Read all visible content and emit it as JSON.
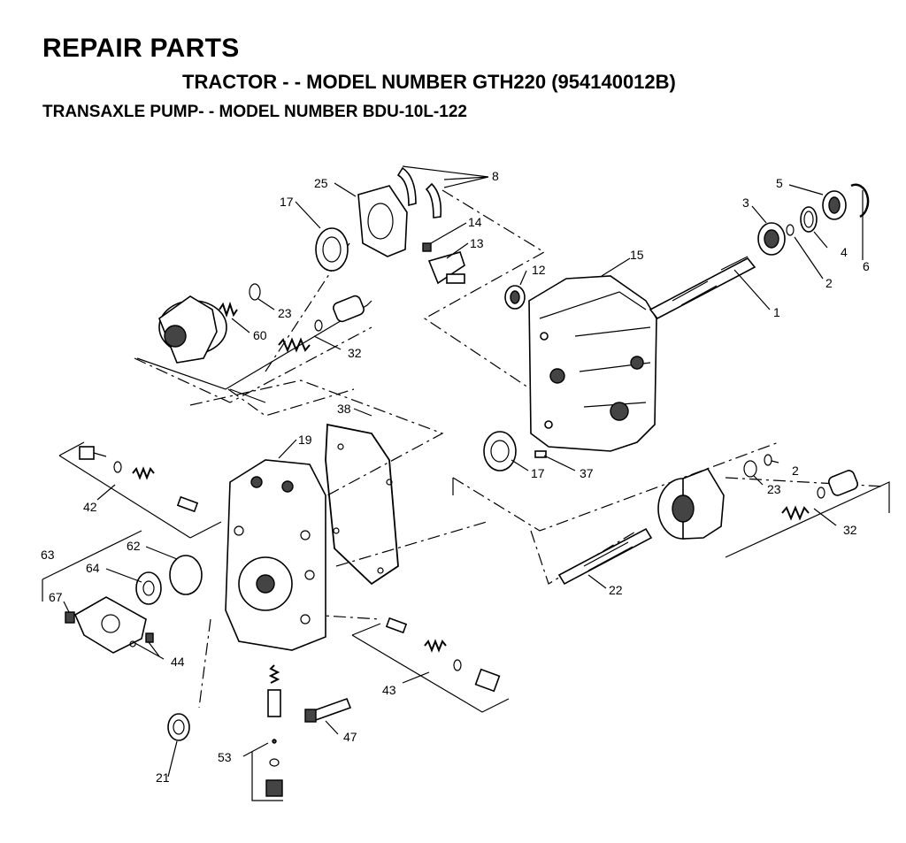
{
  "header": {
    "title": "REPAIR PARTS",
    "subtitle": "TRACTOR - - MODEL NUMBER GTH220 (954140012B)",
    "section": "TRANSAXLE PUMP- - MODEL NUMBER BDU-10L-122"
  },
  "callouts": {
    "p1": "1",
    "p2a": "2",
    "p2b": "2",
    "p3": "3",
    "p4": "4",
    "p5": "5",
    "p6": "6",
    "p8": "8",
    "p12": "12",
    "p13": "13",
    "p14": "14",
    "p15": "15",
    "p17a": "17",
    "p17b": "17",
    "p19": "19",
    "p21": "21",
    "p22": "22",
    "p23a": "23",
    "p23b": "23",
    "p25": "25",
    "p32a": "32",
    "p32b": "32",
    "p37": "37",
    "p38": "38",
    "p42": "42",
    "p43": "43",
    "p44": "44",
    "p47": "47",
    "p53": "53",
    "p60": "60",
    "p62": "62",
    "p63": "63",
    "p64": "64",
    "p67": "67"
  }
}
